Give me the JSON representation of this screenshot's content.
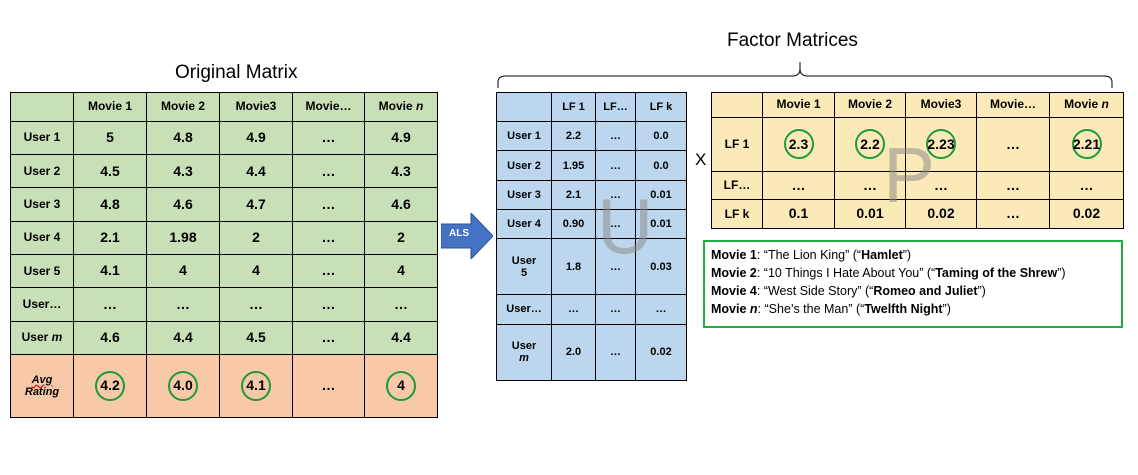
{
  "titles": {
    "original": "Original Matrix",
    "factor": "Factor Matrices"
  },
  "arrow_label": "ALS",
  "multiply_sign": "X",
  "letters": {
    "u": "U",
    "p": "P"
  },
  "original_matrix": {
    "columns": [
      "Movie 1",
      "Movie 2",
      "Movie3",
      "Movie…",
      "Movie n"
    ],
    "rows": [
      {
        "label": "User 1",
        "values": [
          "5",
          "4.8",
          "4.9",
          "…",
          "4.9"
        ]
      },
      {
        "label": "User 2",
        "values": [
          "4.5",
          "4.3",
          "4.4",
          "…",
          "4.3"
        ]
      },
      {
        "label": "User 3",
        "values": [
          "4.8",
          "4.6",
          "4.7",
          "…",
          "4.6"
        ]
      },
      {
        "label": "User 4",
        "values": [
          "2.1",
          "1.98",
          "2",
          "…",
          "2"
        ]
      },
      {
        "label": "User  5",
        "values": [
          "4.1",
          "4",
          "4",
          "…",
          "4"
        ]
      },
      {
        "label": "User…",
        "values": [
          "…",
          "…",
          "…",
          "…",
          "…"
        ]
      },
      {
        "label": "User  m",
        "values": [
          "4.6",
          "4.4",
          "4.5",
          "…",
          "4.4"
        ]
      }
    ],
    "avg_label": [
      "Avg",
      "Rating"
    ],
    "avg_values": [
      "4.2",
      "4.0",
      "4.1",
      "…",
      "4"
    ]
  },
  "u_matrix": {
    "columns": [
      "LF 1",
      "LF…",
      "LF k"
    ],
    "rows": [
      {
        "label": "User 1",
        "values": [
          "2.2",
          "…",
          "0.0"
        ]
      },
      {
        "label": "User 2",
        "values": [
          "1.95",
          "…",
          "0.0"
        ]
      },
      {
        "label": "User 3",
        "values": [
          "2.1",
          "…",
          "0.01"
        ]
      },
      {
        "label": "User 4",
        "values": [
          "0.90",
          "…",
          "0.01"
        ]
      },
      {
        "label": "User 5",
        "values": [
          "1.8",
          "…",
          "0.03"
        ]
      },
      {
        "label": "User…",
        "values": [
          "…",
          "…",
          "…"
        ]
      },
      {
        "label": "User m",
        "values": [
          "2.0",
          "…",
          "0.02"
        ]
      }
    ]
  },
  "p_matrix": {
    "columns": [
      "Movie 1",
      "Movie 2",
      "Movie3",
      "Movie…",
      "Movie n"
    ],
    "rows": [
      {
        "label": "LF 1",
        "values": [
          "2.3",
          "2.2",
          "2.23",
          "…",
          "2.21"
        ]
      },
      {
        "label": "LF…",
        "values": [
          "…",
          "…",
          "…",
          "…",
          "…"
        ]
      },
      {
        "label": "LF k",
        "values": [
          "0.1",
          "0.01",
          "0.02",
          "…",
          "0.02"
        ]
      }
    ]
  },
  "mapping": [
    {
      "key": "Movie 1",
      "text": ": “The Lion King” (“",
      "play": "Hamlet",
      "end": "”)"
    },
    {
      "key": "Movie 2",
      "text": ": “10 Things I Hate About You” (“",
      "play": "Taming of the Shrew",
      "end": "”)"
    },
    {
      "key": "Movie 4",
      "text": ": “West Side Story” (“",
      "play": "Romeo and Juliet",
      "end": "”)"
    },
    {
      "key": "Movie n",
      "text": ": “She’s the Man” (“",
      "play": "Twelfth Night",
      "end": "”)"
    }
  ],
  "colors": {
    "original_fill": "#c9dfb7",
    "avg_fill": "#f8c9a8",
    "u_fill": "#bcd7ed",
    "p_fill": "#fce9b8",
    "circle": "#1e9a3a",
    "arrow": "#4472c4"
  }
}
